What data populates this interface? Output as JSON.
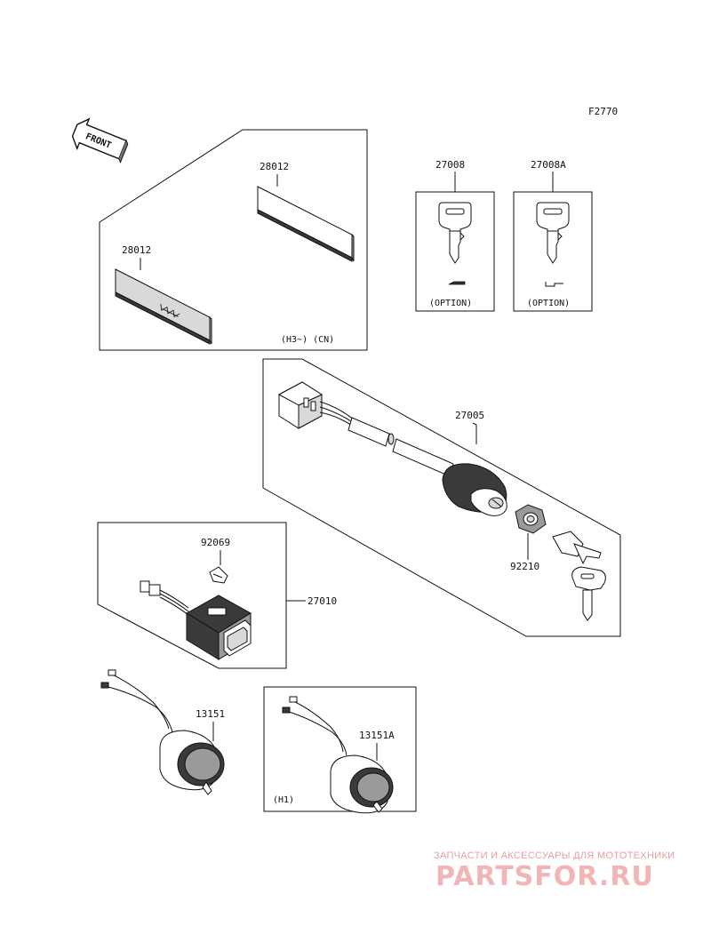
{
  "diagram": {
    "ref_code": "F2770",
    "front_label": "FRONT",
    "groups": {
      "decals": {
        "labels": [
          "28012",
          "28012"
        ],
        "note": "(H3~) (CN)"
      },
      "key_blank": {
        "label": "27008",
        "caption": "(OPTION)"
      },
      "key_blank_alt": {
        "label": "27008A",
        "caption": "(OPTION)"
      },
      "ignition_switch": {
        "label": "27005",
        "nut_label": "92210"
      },
      "indicator_switch": {
        "label": "27010",
        "bulb_label": "92069"
      },
      "socket": {
        "label": "13151"
      },
      "socket_alt": {
        "label": "13151A",
        "note": "(H1)"
      }
    }
  },
  "watermark": {
    "subtitle": "ЗАПЧАСТИ И АКСЕССУАРЫ ДЛЯ МОТОТЕХНИКИ",
    "logo": "PARTSFOR.RU"
  },
  "icons": [
    "front-arrow-icon",
    "key-icon",
    "ignition-switch-icon",
    "bulb-icon",
    "rocker-switch-icon",
    "socket-icon",
    "decal-icon",
    "nut-icon"
  ]
}
